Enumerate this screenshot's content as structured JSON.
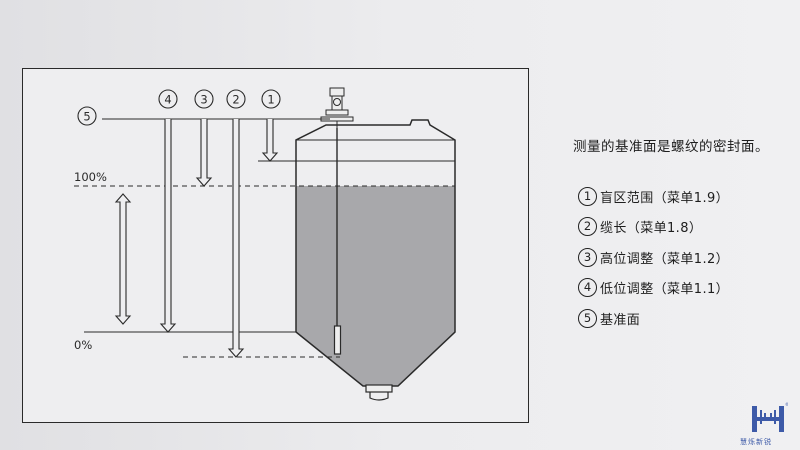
{
  "diagram": {
    "markers": [
      {
        "num": "⑤"
      },
      {
        "num": "④"
      },
      {
        "num": "③"
      },
      {
        "num": "②"
      },
      {
        "num": "①"
      }
    ],
    "level_high": "100%",
    "level_low": "0%"
  },
  "note": "测量的基准面是螺纹的密封面。",
  "legend": [
    {
      "num": "1",
      "text": "盲区范围（菜单1.9）"
    },
    {
      "num": "2",
      "text": "缆长（菜单1.8）"
    },
    {
      "num": "3",
      "text": "高位调整（菜单1.2）"
    },
    {
      "num": "4",
      "text": "低位调整（菜单1.1）"
    },
    {
      "num": "5",
      "text": "基准面"
    }
  ],
  "logo": {
    "text": "慧烁新锐",
    "mark": "H",
    "reg": "®"
  },
  "colors": {
    "fill": "#a7a7aa",
    "line": "#2a2a2a",
    "brand": "#3d5aa8"
  }
}
